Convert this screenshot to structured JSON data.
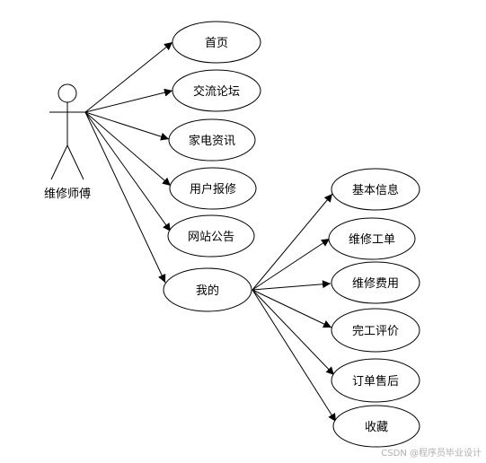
{
  "diagram": {
    "actor": {
      "label": "维修师傅"
    },
    "use_cases": [
      {
        "id": "home",
        "label": "首页"
      },
      {
        "id": "forum",
        "label": "交流论坛"
      },
      {
        "id": "appliance-info",
        "label": "家电资讯"
      },
      {
        "id": "user-repair",
        "label": "用户报修"
      },
      {
        "id": "site-notice",
        "label": "网站公告"
      },
      {
        "id": "mine",
        "label": "我的"
      }
    ],
    "sub_use_cases": [
      {
        "id": "basic-info",
        "label": "基本信息"
      },
      {
        "id": "repair-order",
        "label": "维修工单"
      },
      {
        "id": "repair-fee",
        "label": "维修费用"
      },
      {
        "id": "completion-review",
        "label": "完工评价"
      },
      {
        "id": "after-sales",
        "label": "订单售后"
      },
      {
        "id": "favorites",
        "label": "收藏"
      }
    ],
    "stroke_color": "#000000",
    "fill_color": "#ffffff"
  },
  "watermark": {
    "text": "CSDN @程序员毕业设计"
  }
}
